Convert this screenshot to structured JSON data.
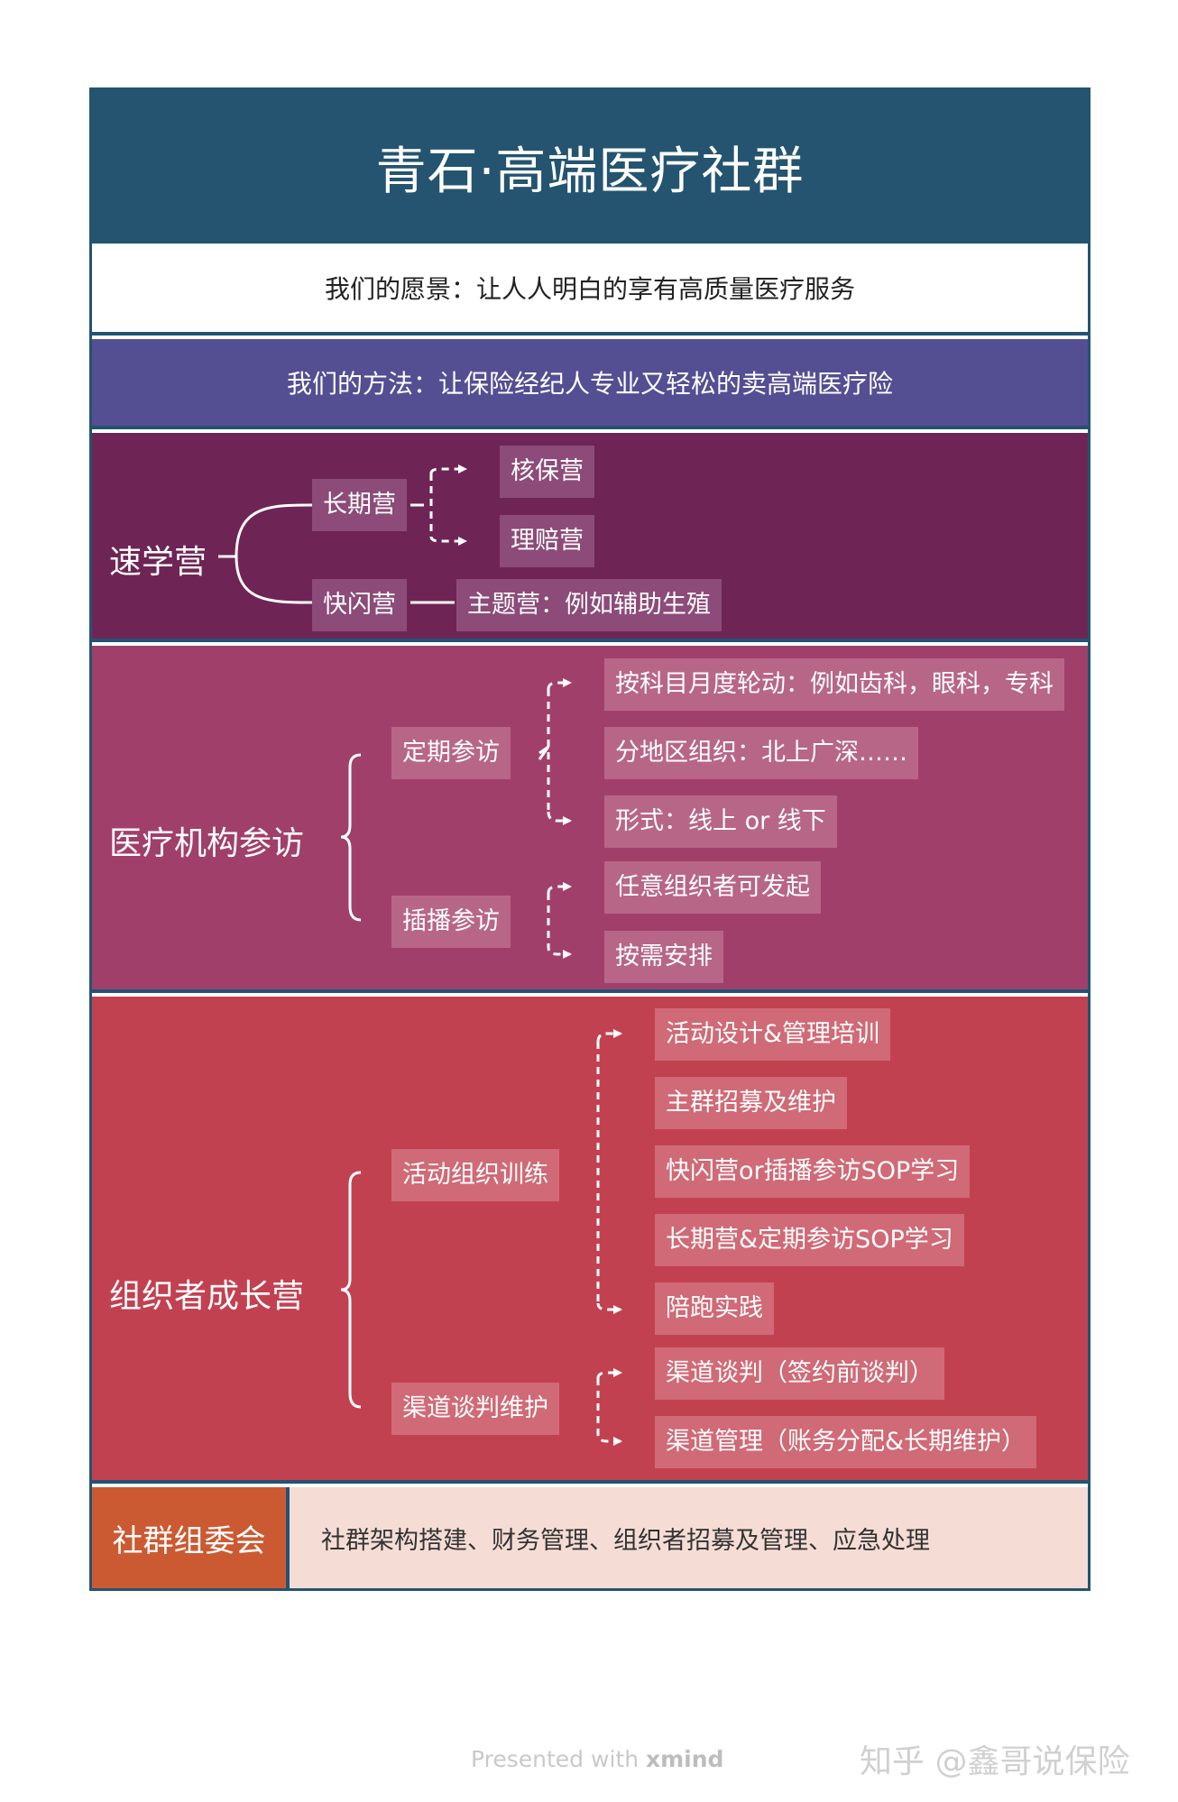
{
  "title": "青石·高端医疗社群",
  "vision": "我们的愿景：让人人明白的享有高质量医疗服务",
  "method": "我们的方法：让保险经纪人专业又轻松的卖高端医疗险",
  "sections": {
    "suxue": {
      "root": "速学营",
      "long": "长期营",
      "long_children": [
        "核保营",
        "理赔营"
      ],
      "flash": "快闪营",
      "flash_child": "主题营：例如辅助生殖"
    },
    "yiliao": {
      "root": "医疗机构参访",
      "regular": "定期参访",
      "regular_children": [
        "按科目月度轮动：例如齿科，眼科，专科",
        "分地区组织：北上广深……",
        "形式：线上 or 线下"
      ],
      "insert": "插播参访",
      "insert_children": [
        "任意组织者可发起",
        "按需安排"
      ]
    },
    "zuzhi": {
      "root": "组织者成长营",
      "training": "活动组织训练",
      "training_children": [
        "活动设计&管理培训",
        "主群招募及维护",
        "快闪营or插播参访SOP学习",
        "长期营&定期参访SOP学习",
        "陪跑实践"
      ],
      "channel": "渠道谈判维护",
      "channel_children": [
        "渠道谈判（签约前谈判）",
        "渠道管理（账务分配&长期维护）"
      ]
    },
    "committee": {
      "root": "社群组委会",
      "content": "社群架构搭建、财务管理、组织者招募及管理、应急处理"
    }
  },
  "footer": {
    "presented": "Presented with",
    "brand": "xmind",
    "watermark": "知乎 @鑫哥说保险"
  }
}
